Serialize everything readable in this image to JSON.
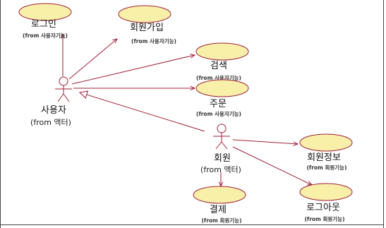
{
  "colors": {
    "usecase_fill": "#f8f0a8",
    "usecase_stroke": "#a0203a",
    "line": "#a0203a",
    "actor": "#a0203a",
    "frame": "#444444"
  },
  "actors": {
    "user": {
      "name": "사용자",
      "pkg": "(from 액터)"
    },
    "member": {
      "name": "회원",
      "pkg": "(from 액터)"
    }
  },
  "usecases": {
    "login": {
      "name": "로그인",
      "pkg": "(from 사용자기능)"
    },
    "signup": {
      "name": "회원가입",
      "pkg": "(from 사용자기능)"
    },
    "search": {
      "name": "검색",
      "pkg": "(from 사용자기능)"
    },
    "order": {
      "name": "주문",
      "pkg": "(from 사용자기능)"
    },
    "member_info": {
      "name": "회원정보",
      "pkg": "(from 회원기능)"
    },
    "payment": {
      "name": "결제",
      "pkg": "(from 회원기능)"
    },
    "logout": {
      "name": "로그아웃",
      "pkg": "(from 회원기능)"
    }
  }
}
